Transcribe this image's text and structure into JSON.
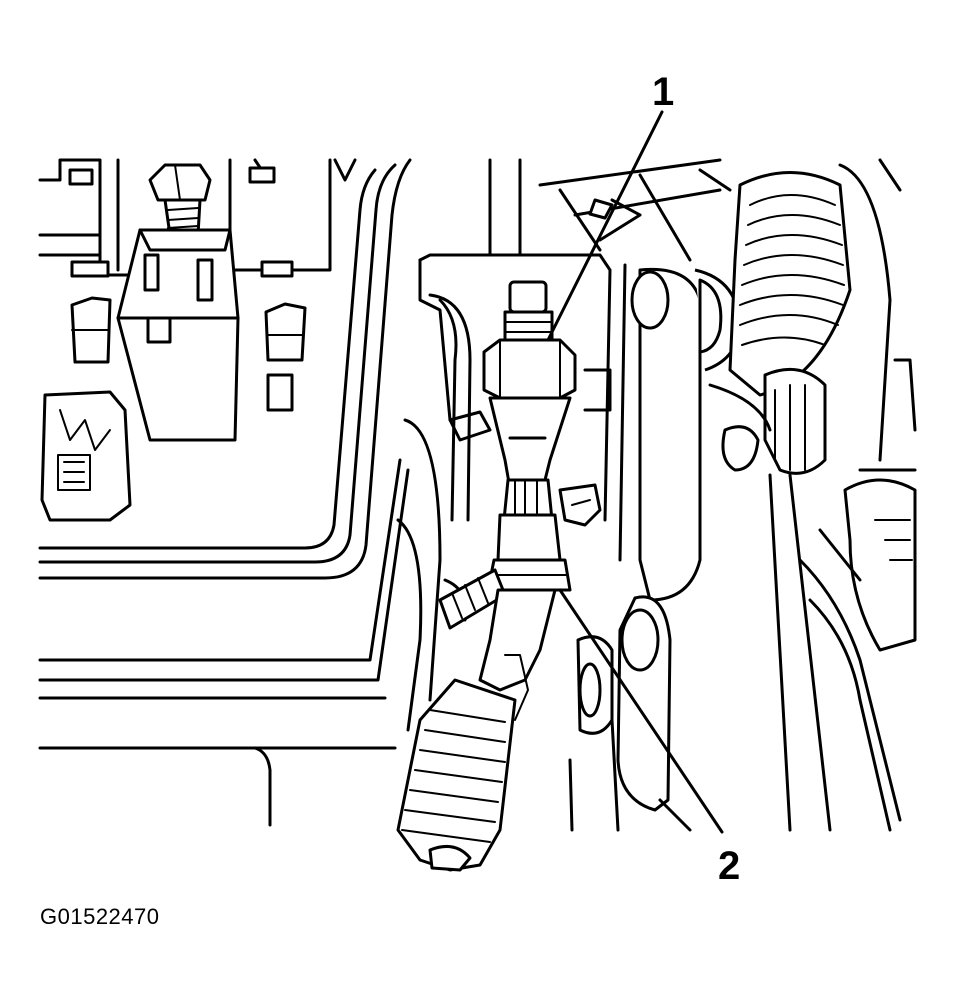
{
  "figure": {
    "id_text": "G01522470",
    "callouts": [
      {
        "number": "1"
      },
      {
        "number": "2"
      }
    ]
  },
  "colors": {
    "line": "#000000",
    "background": "#ffffff"
  }
}
